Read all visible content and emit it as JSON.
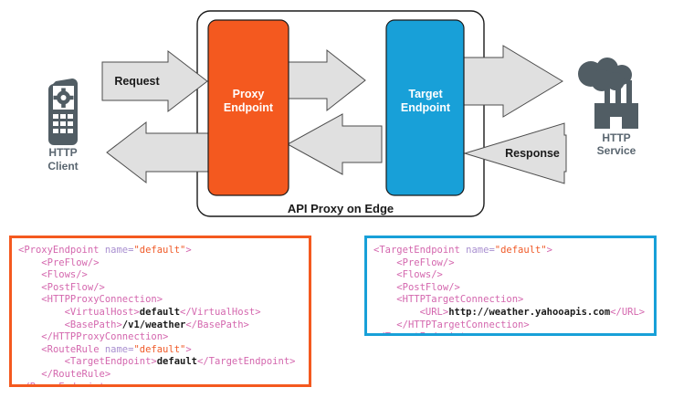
{
  "diagram": {
    "title": "API Proxy on Edge",
    "client": {
      "icon": "mobile-phone-gear-icon",
      "label_line1": "HTTP",
      "label_line2": "Client"
    },
    "service": {
      "icon": "cloud-factory-icon",
      "label_line1": "HTTP",
      "label_line2": "Service"
    },
    "nodes": [
      {
        "name": "proxy-endpoint",
        "line1": "Proxy",
        "line2": "Endpoint",
        "color": "#f4591f"
      },
      {
        "name": "target-endpoint",
        "line1": "Target",
        "line2": "Endpoint",
        "color": "#18a0d8"
      }
    ],
    "arrows": [
      {
        "name": "request-arrow",
        "label": "Request",
        "direction": "right"
      },
      {
        "name": "client-response-arrow",
        "label": "",
        "direction": "left"
      },
      {
        "name": "proxy-to-target-arrow",
        "label": "",
        "direction": "right"
      },
      {
        "name": "target-to-proxy-arrow",
        "label": "",
        "direction": "left"
      },
      {
        "name": "target-to-service-arrow",
        "label": "",
        "direction": "right"
      },
      {
        "name": "response-arrow",
        "label": "Response",
        "direction": "left"
      }
    ],
    "colors": {
      "proxy_orange": "#f4591f",
      "target_blue": "#18a0d8",
      "arrow_fill": "#e0e0e0",
      "arrow_stroke": "#4d4d4d",
      "icon_gray": "#515d64"
    }
  },
  "code_blocks": [
    {
      "name": "proxy-endpoint-xml",
      "border_color": "#f4591f",
      "lines": [
        [
          {
            "t": "tag",
            "s": "<ProxyEndpoint "
          },
          {
            "t": "attr",
            "s": "name="
          },
          {
            "t": "val",
            "s": "\"default\""
          },
          {
            "t": "tag",
            "s": ">"
          }
        ],
        [
          {
            "t": "text",
            "s": "    "
          },
          {
            "t": "tag",
            "s": "<PreFlow/>"
          }
        ],
        [
          {
            "t": "text",
            "s": "    "
          },
          {
            "t": "tag",
            "s": "<Flows/>"
          }
        ],
        [
          {
            "t": "text",
            "s": "    "
          },
          {
            "t": "tag",
            "s": "<PostFlow/>"
          }
        ],
        [
          {
            "t": "text",
            "s": "    "
          },
          {
            "t": "tag",
            "s": "<HTTPProxyConnection>"
          }
        ],
        [
          {
            "t": "text",
            "s": "        "
          },
          {
            "t": "tag",
            "s": "<VirtualHost>"
          },
          {
            "t": "text",
            "s": "default"
          },
          {
            "t": "tag",
            "s": "</VirtualHost>"
          }
        ],
        [
          {
            "t": "text",
            "s": "        "
          },
          {
            "t": "tag",
            "s": "<BasePath>"
          },
          {
            "t": "text",
            "s": "/v1/weather"
          },
          {
            "t": "tag",
            "s": "</BasePath>"
          }
        ],
        [
          {
            "t": "text",
            "s": "    "
          },
          {
            "t": "tag",
            "s": "</HTTPProxyConnection>"
          }
        ],
        [
          {
            "t": "text",
            "s": "    "
          },
          {
            "t": "tag",
            "s": "<RouteRule "
          },
          {
            "t": "attr",
            "s": "name="
          },
          {
            "t": "val",
            "s": "\"default\""
          },
          {
            "t": "tag",
            "s": ">"
          }
        ],
        [
          {
            "t": "text",
            "s": "        "
          },
          {
            "t": "tag",
            "s": "<TargetEndpoint>"
          },
          {
            "t": "text",
            "s": "default"
          },
          {
            "t": "tag",
            "s": "</TargetEndpoint>"
          }
        ],
        [
          {
            "t": "text",
            "s": "    "
          },
          {
            "t": "tag",
            "s": "</RouteRule>"
          }
        ],
        [
          {
            "t": "tag",
            "s": "</ProxyEndpoint>"
          }
        ]
      ]
    },
    {
      "name": "target-endpoint-xml",
      "border_color": "#18a0d8",
      "lines": [
        [
          {
            "t": "tag",
            "s": "<TargetEndpoint "
          },
          {
            "t": "attr",
            "s": "name="
          },
          {
            "t": "val",
            "s": "\"default\""
          },
          {
            "t": "tag",
            "s": ">"
          }
        ],
        [
          {
            "t": "text",
            "s": "    "
          },
          {
            "t": "tag",
            "s": "<PreFlow/>"
          }
        ],
        [
          {
            "t": "text",
            "s": "    "
          },
          {
            "t": "tag",
            "s": "<Flows/>"
          }
        ],
        [
          {
            "t": "text",
            "s": "    "
          },
          {
            "t": "tag",
            "s": "<PostFlow/>"
          }
        ],
        [
          {
            "t": "text",
            "s": "    "
          },
          {
            "t": "tag",
            "s": "<HTTPTargetConnection>"
          }
        ],
        [
          {
            "t": "text",
            "s": "        "
          },
          {
            "t": "tag",
            "s": "<URL>"
          },
          {
            "t": "text",
            "s": "http://weather.yahooapis.com"
          },
          {
            "t": "tag",
            "s": "</URL>"
          }
        ],
        [
          {
            "t": "text",
            "s": "    "
          },
          {
            "t": "tag",
            "s": "</HTTPTargetConnection>"
          }
        ],
        [
          {
            "t": "tag",
            "s": "</TargetEndpoint>"
          }
        ]
      ]
    }
  ]
}
